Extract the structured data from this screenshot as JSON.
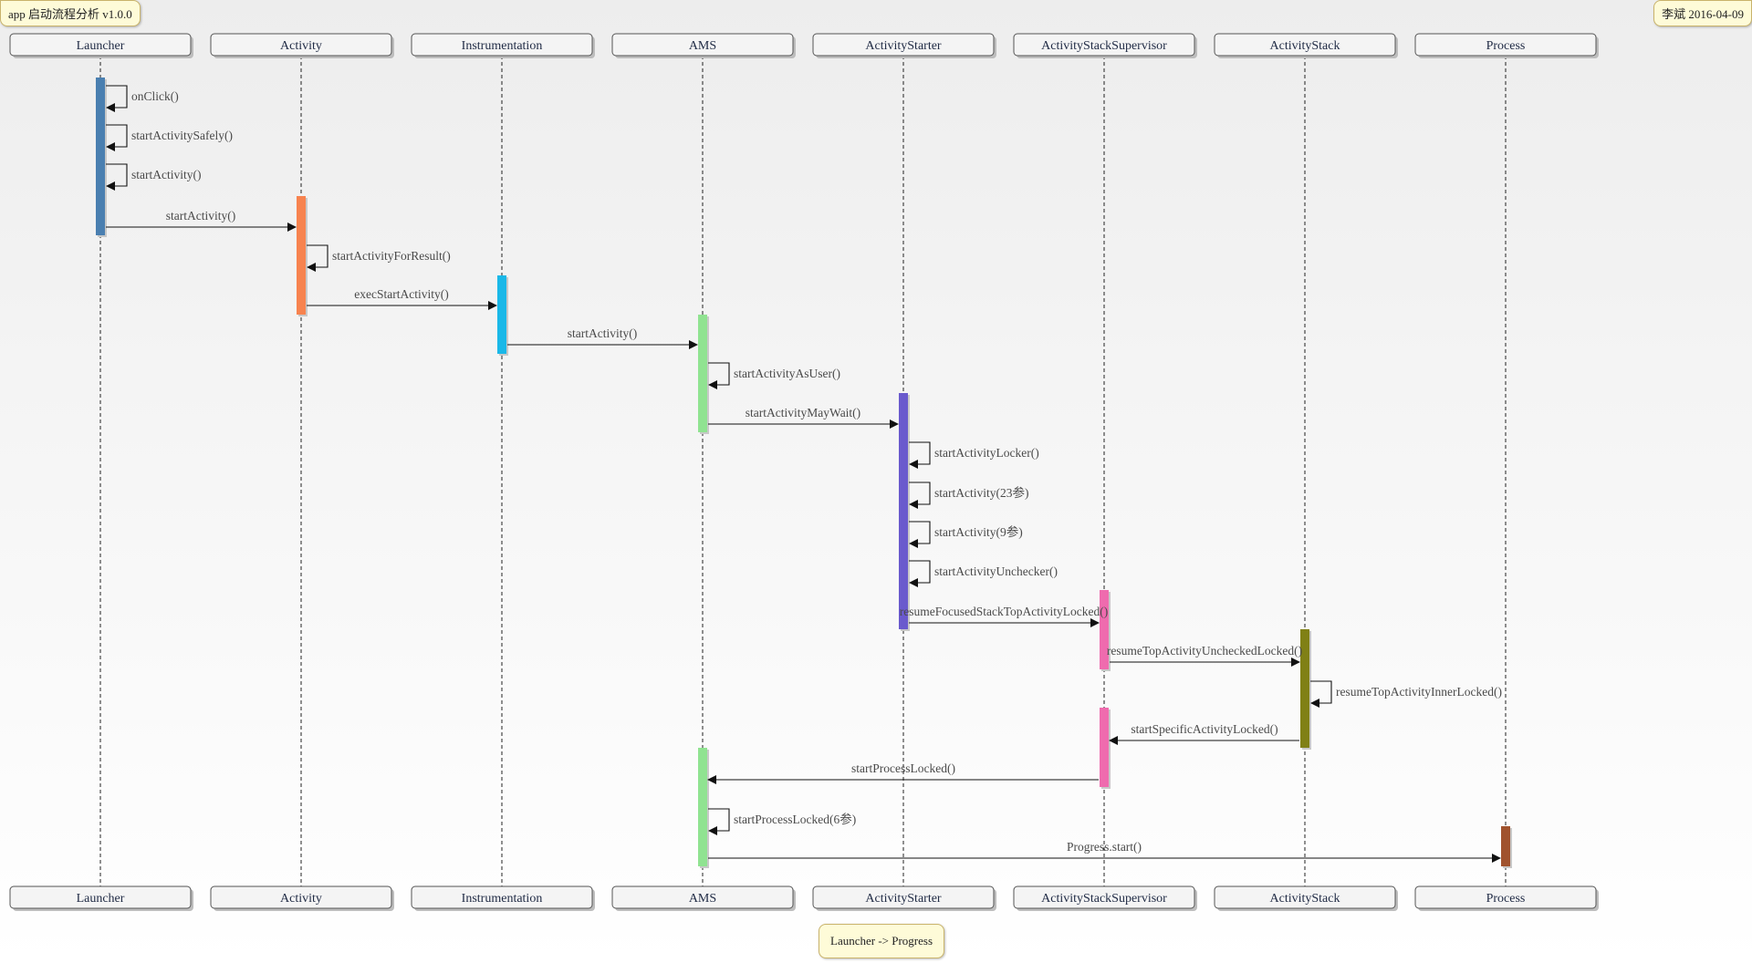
{
  "title_note": "app 启动流程分析 v1.0.0",
  "author_note": "李斌 2016-04-09",
  "footer_note": "Launcher -> Progress",
  "participants": [
    {
      "id": "launcher",
      "label": "Launcher",
      "color": "#4a7fb0"
    },
    {
      "id": "activity",
      "label": "Activity",
      "color": "#f7834f"
    },
    {
      "id": "instrumentation",
      "label": "Instrumentation",
      "color": "#1ab8e8"
    },
    {
      "id": "ams",
      "label": "AMS",
      "color": "#90e391"
    },
    {
      "id": "starter",
      "label": "ActivityStarter",
      "color": "#6a5acd"
    },
    {
      "id": "supervisor",
      "label": "ActivityStackSupervisor",
      "color": "#ef6bae"
    },
    {
      "id": "stack",
      "label": "ActivityStack",
      "color": "#808015"
    },
    {
      "id": "process",
      "label": "Process",
      "color": "#a0522d"
    }
  ],
  "messages": [
    {
      "from": "launcher",
      "to": "launcher",
      "label": "onClick()"
    },
    {
      "from": "launcher",
      "to": "launcher",
      "label": "startActivitySafely()"
    },
    {
      "from": "launcher",
      "to": "launcher",
      "label": "startActivity()"
    },
    {
      "from": "launcher",
      "to": "activity",
      "label": "startActivity()"
    },
    {
      "from": "activity",
      "to": "activity",
      "label": "startActivityForResult()"
    },
    {
      "from": "activity",
      "to": "instrumentation",
      "label": "execStartActivity()"
    },
    {
      "from": "instrumentation",
      "to": "ams",
      "label": "startActivity()"
    },
    {
      "from": "ams",
      "to": "ams",
      "label": "startActivityAsUser()"
    },
    {
      "from": "ams",
      "to": "starter",
      "label": "startActivityMayWait()"
    },
    {
      "from": "starter",
      "to": "starter",
      "label": "startActivityLocker()"
    },
    {
      "from": "starter",
      "to": "starter",
      "label": "startActivity(23参)"
    },
    {
      "from": "starter",
      "to": "starter",
      "label": "startActivity(9参)"
    },
    {
      "from": "starter",
      "to": "starter",
      "label": "startActivityUnchecker()"
    },
    {
      "from": "starter",
      "to": "supervisor",
      "label": "resumeFocusedStackTopActivityLocked()"
    },
    {
      "from": "supervisor",
      "to": "stack",
      "label": "resumeTopActivityUncheckedLocked()"
    },
    {
      "from": "stack",
      "to": "stack",
      "label": "resumeTopActivityInnerLocked()"
    },
    {
      "from": "stack",
      "to": "supervisor",
      "label": "startSpecificActivityLocked()"
    },
    {
      "from": "supervisor",
      "to": "ams",
      "label": "startProcessLocked()"
    },
    {
      "from": "ams",
      "to": "ams",
      "label": "startProcessLocked(6参)"
    },
    {
      "from": "ams",
      "to": "process",
      "label": "Progress.start()"
    }
  ],
  "activations": [
    {
      "participant": "launcher"
    },
    {
      "participant": "activity"
    },
    {
      "participant": "instrumentation"
    },
    {
      "participant": "ams"
    },
    {
      "participant": "starter"
    },
    {
      "participant": "supervisor"
    },
    {
      "participant": "stack"
    },
    {
      "participant": "supervisor"
    },
    {
      "participant": "ams"
    },
    {
      "participant": "process"
    }
  ]
}
